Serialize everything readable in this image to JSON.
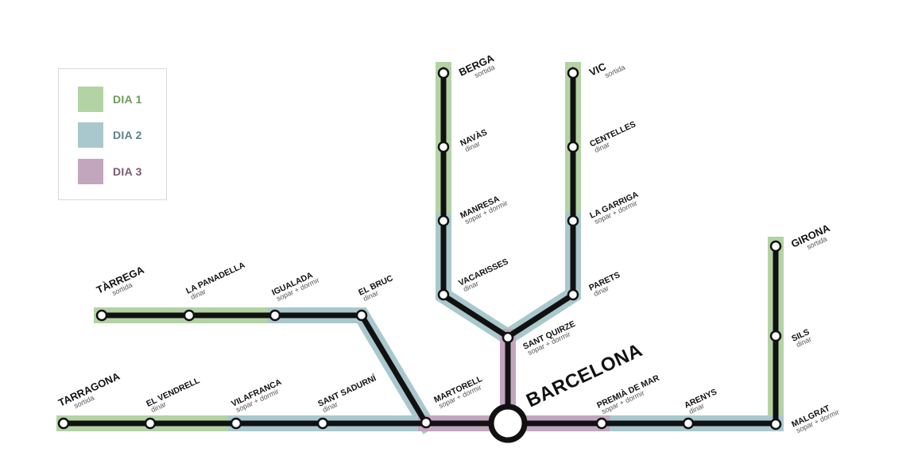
{
  "colors": {
    "day1": "#b3d3a4",
    "day2": "#a9c8cd",
    "day3": "#c1a6bd",
    "track": "#111111",
    "day1_text": "#6f9a5c",
    "day2_text": "#5d838a",
    "day3_text": "#7d5a76"
  },
  "legend": {
    "items": [
      {
        "label": "DIA 1",
        "swatch": "day1",
        "text_color": "day1_text"
      },
      {
        "label": "DIA 2",
        "swatch": "day2",
        "text_color": "day2_text"
      },
      {
        "label": "DIA 3",
        "swatch": "day3",
        "text_color": "day3_text"
      }
    ]
  },
  "hub": {
    "name": "BARCELONA"
  },
  "stations": [
    {
      "id": "berga",
      "name": "BERGA",
      "sub": "sortida",
      "big": true
    },
    {
      "id": "navas",
      "name": "NAVÀS",
      "sub": "dinar"
    },
    {
      "id": "manresa",
      "name": "MANRESA",
      "sub": "sopar + dormir"
    },
    {
      "id": "vacarisses",
      "name": "VACARISSES",
      "sub": "dinar"
    },
    {
      "id": "vic",
      "name": "VIC",
      "sub": "sortida",
      "big": true
    },
    {
      "id": "centelles",
      "name": "CENTELLES",
      "sub": "dinar"
    },
    {
      "id": "lagarriga",
      "name": "LA GARRIGA",
      "sub": "sopar + dormir"
    },
    {
      "id": "parets",
      "name": "PARETS",
      "sub": "dinar"
    },
    {
      "id": "santquirze",
      "name": "SANT QUIRZE",
      "sub": "sopar + dormir"
    },
    {
      "id": "girona",
      "name": "GIRONA",
      "sub": "sortida",
      "big": true
    },
    {
      "id": "sils",
      "name": "SILS",
      "sub": "dinar"
    },
    {
      "id": "malgrat",
      "name": "MALGRAT",
      "sub": "sopar + dormir"
    },
    {
      "id": "arenys",
      "name": "ARENYS",
      "sub": "dinar"
    },
    {
      "id": "premia",
      "name": "PREMIÀ DE MAR",
      "sub": "sopar + dormir"
    },
    {
      "id": "tarrega",
      "name": "TÀRREGA",
      "sub": "sortida",
      "big": true
    },
    {
      "id": "lapanadella",
      "name": "LA PANADELLA",
      "sub": "dinar"
    },
    {
      "id": "igualada",
      "name": "IGUALADA",
      "sub": "sopar + dormir"
    },
    {
      "id": "elbruc",
      "name": "EL BRUC",
      "sub": "dinar"
    },
    {
      "id": "tarragona",
      "name": "TARRAGONA",
      "sub": "sortida",
      "big": true
    },
    {
      "id": "elvendrell",
      "name": "EL VENDRELL",
      "sub": "dinar"
    },
    {
      "id": "vilafranca",
      "name": "VILAFRANCA",
      "sub": "sopar + dormir"
    },
    {
      "id": "santsadurni",
      "name": "SANT SADURNÍ",
      "sub": "dinar"
    },
    {
      "id": "martorell",
      "name": "MARTORELL",
      "sub": "sopar + dormir"
    }
  ]
}
